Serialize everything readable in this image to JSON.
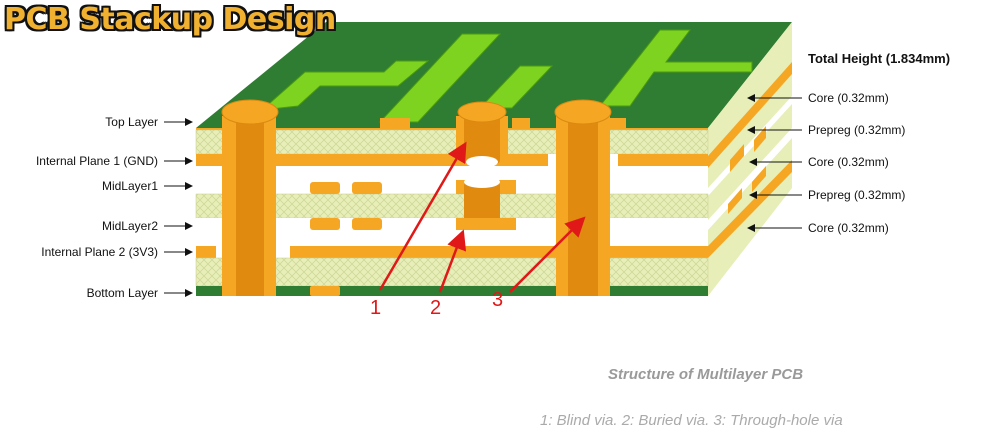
{
  "title": "PCB Stackup Design",
  "left_labels": [
    "Top Layer",
    "Internal Plane 1 (GND)",
    "MidLayer1",
    "MidLayer2",
    "Internal Plane 2 (3V3)",
    "Bottom Layer"
  ],
  "total_height": "Total Height (1.834mm)",
  "right_labels": [
    "Core (0.32mm)",
    "Prepreg (0.32mm)",
    "Core (0.32mm)",
    "Prepreg (0.32mm)",
    "Core (0.32mm)"
  ],
  "via_numbers": [
    "1",
    "2",
    "3"
  ],
  "caption": "Structure of Multilayer PCB",
  "legend": "1: Blind via. 2: Buried via. 3: Through-hole via",
  "colors": {
    "solder_mask": "#2e7d32",
    "trace_green": "#7ed321",
    "copper": "#f5a623",
    "dielectric": "#e8eeb8",
    "arrow_red": "#e01818"
  }
}
